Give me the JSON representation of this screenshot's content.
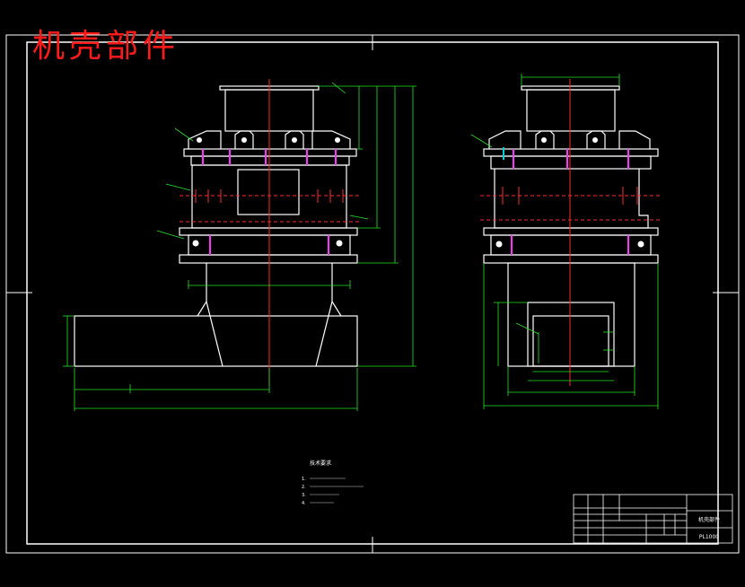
{
  "title_stamp": "机壳部件",
  "colors": {
    "background": "#000000",
    "outline": "#ffffff",
    "centerline": "#ff2a2a",
    "dimension": "#22e622",
    "annotation": "#ffffff",
    "highlight": "#ff33ff",
    "accent": "#00d0d0"
  },
  "notes": {
    "heading": "技术要求",
    "lines": [
      "1.",
      "2.",
      "3.",
      "4."
    ]
  },
  "title_block": {
    "drawing_name": "机壳部件",
    "part_number": "PL1000"
  }
}
